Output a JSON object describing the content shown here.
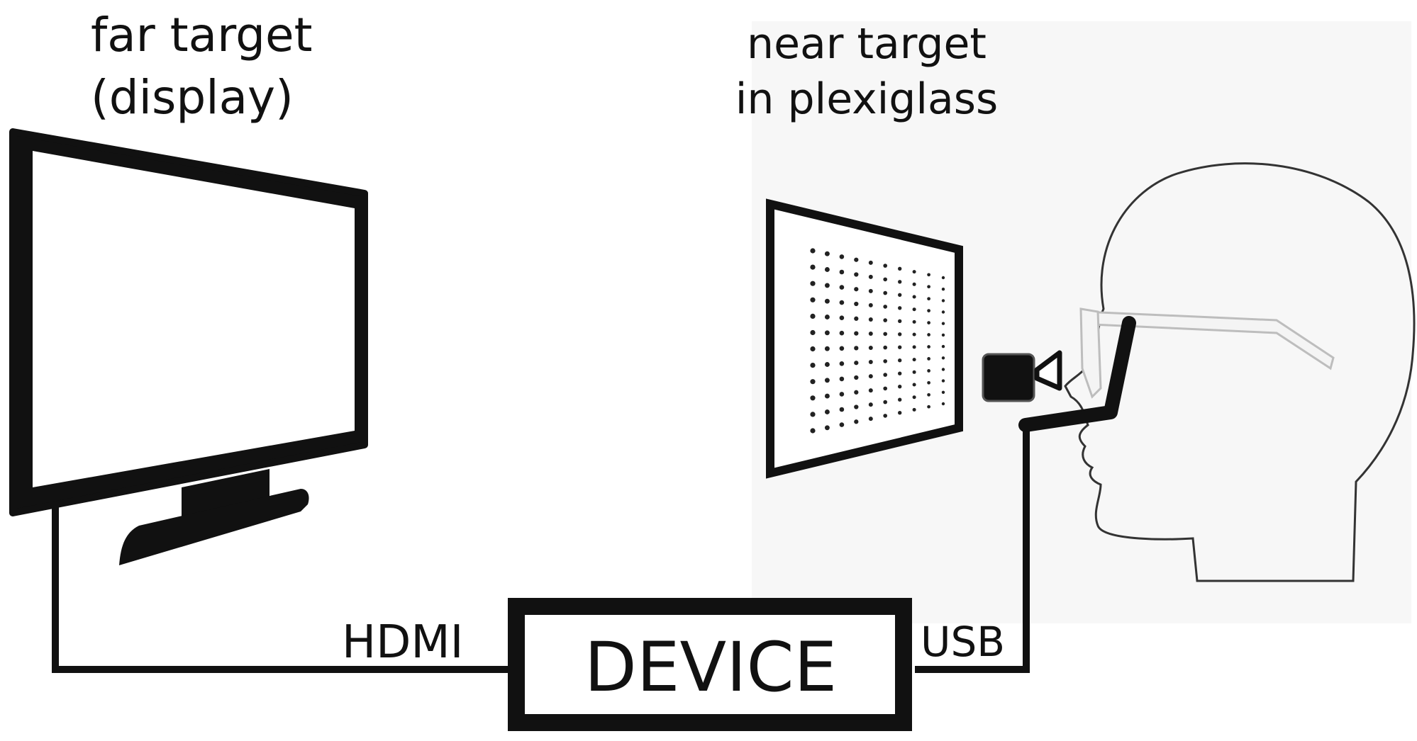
{
  "labels": {
    "far_target_line1": "far target",
    "far_target_line2": "(display)",
    "near_target_line1": "near target",
    "near_target_line2": "in plexiglass",
    "hdmi": "HDMI",
    "usb": "USB",
    "device": "DEVICE"
  },
  "colors": {
    "ink": "#111111",
    "background": "#ffffff",
    "glasses_frame": "#e2e2e2"
  },
  "icons": {
    "far_target": "monitor-icon",
    "camera": "video-camera-icon",
    "person": "head-profile-icon"
  }
}
